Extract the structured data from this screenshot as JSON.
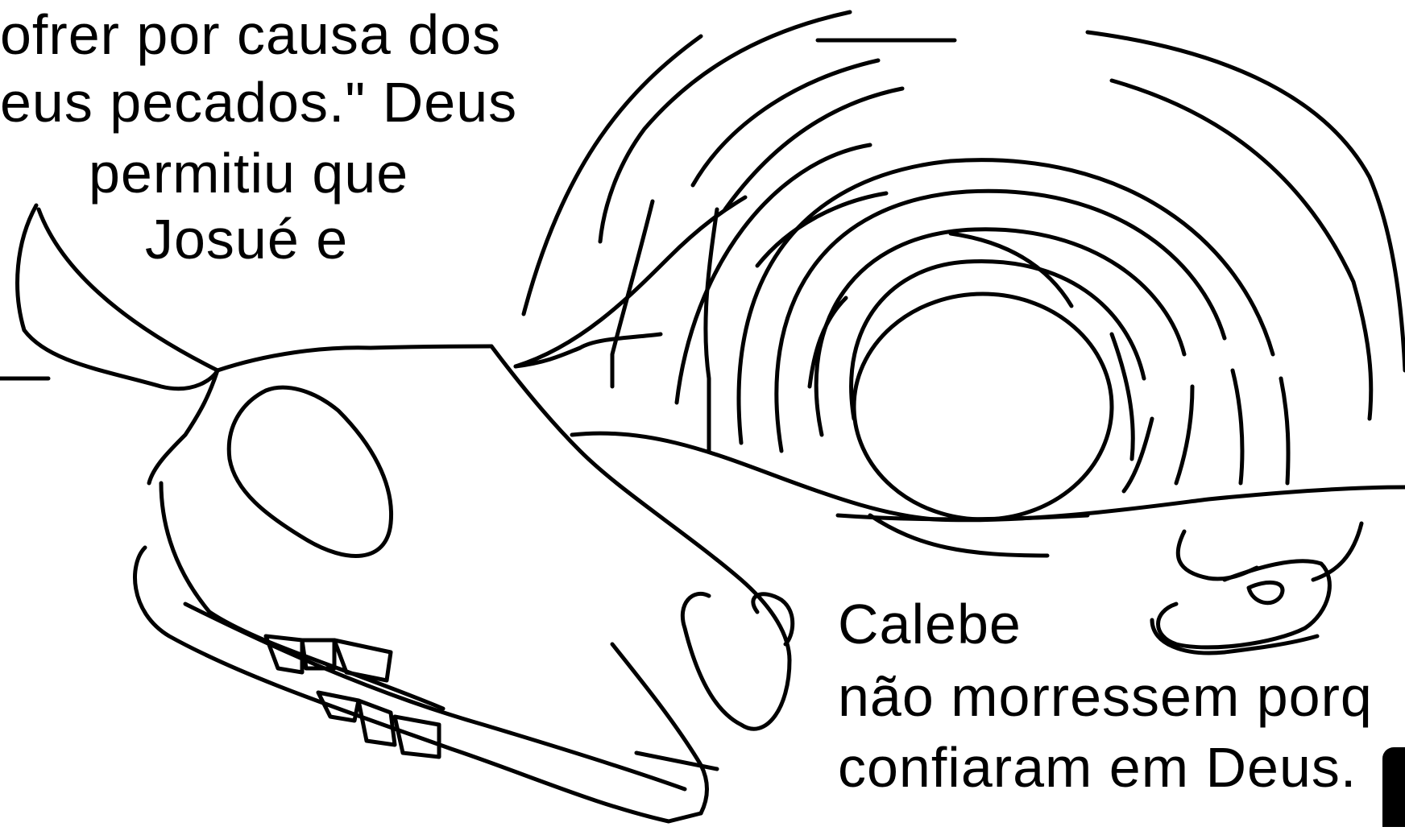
{
  "text_top_left": {
    "line1": "ofrer por causa dos",
    "line2": "eus pecados.\"  Deus",
    "line3": "permitiu que",
    "line4": "Josué e"
  },
  "text_bottom_right": {
    "line1": "Calebe",
    "line2": "não morressem porq",
    "line3": "confiaram em Deus."
  },
  "colors": {
    "ink": "#000000",
    "paper": "#ffffff"
  }
}
